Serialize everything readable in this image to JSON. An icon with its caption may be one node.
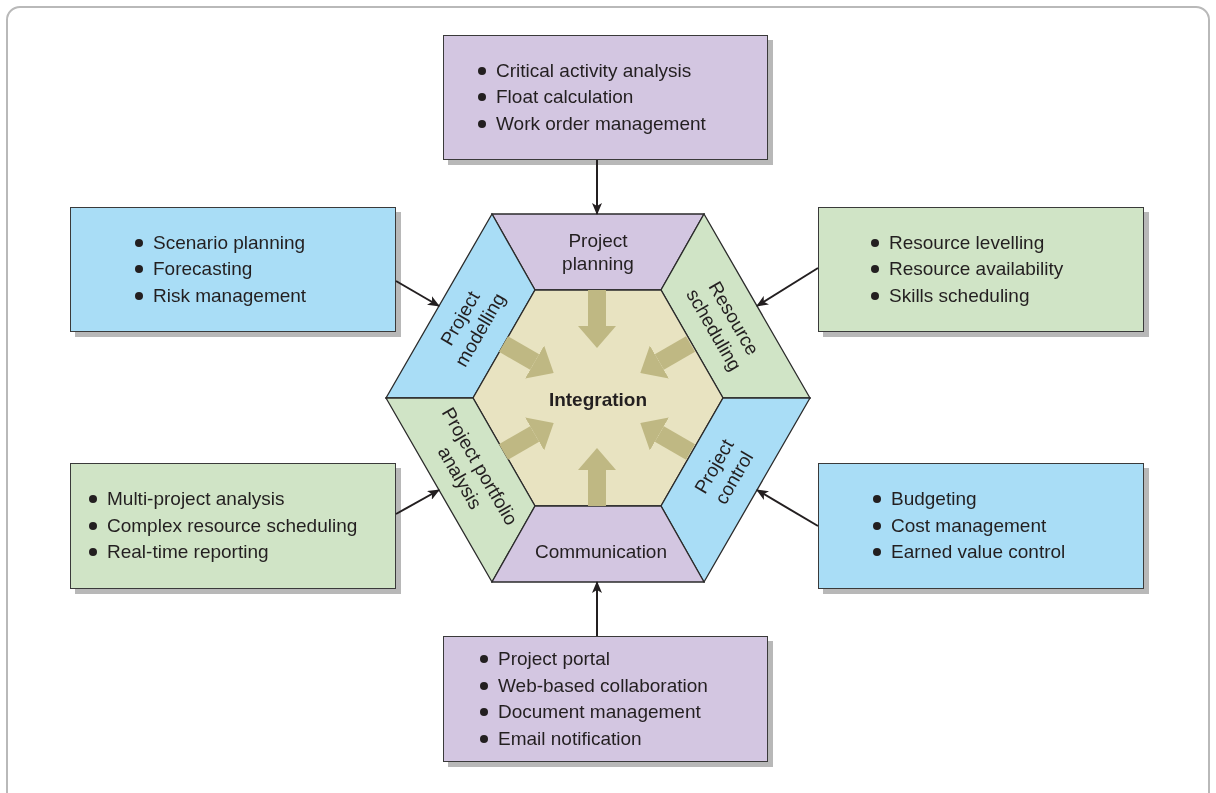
{
  "diagram": {
    "nodes": [
      {
        "text": [
          "Critical activity analysis",
          "Float calculation",
          "Work order management"
        ]
      },
      {
        "text": [
          "Scenario planning",
          "Forecasting",
          "Risk management"
        ]
      },
      {
        "text": [
          "Project planning"
        ]
      },
      {
        "text": [
          "Resource levelling",
          "Resource availability",
          "Skills scheduling"
        ]
      },
      {
        "text": [
          "Project modelling"
        ]
      },
      {
        "text": [
          "Resource scheduling"
        ]
      },
      {
        "text": [
          "Integration"
        ]
      },
      {
        "text": [
          "Project portfolio analysis"
        ]
      },
      {
        "text": [
          "Project control"
        ]
      },
      {
        "text": [
          "Multi-project analysis",
          "Complex resource scheduling",
          "Real-time reporting"
        ]
      },
      {
        "text": [
          "Budgeting",
          "Cost management",
          "Earned value control"
        ]
      },
      {
        "text": [
          "Communication"
        ]
      },
      {
        "text": [
          "Project portal",
          "Web-based collaboration",
          "Document management",
          "Email notification"
        ]
      }
    ],
    "edges": [
      {
        "from": 0,
        "to": 2,
        "arrow": "to"
      },
      {
        "from": 1,
        "to": 4,
        "arrow": "to"
      },
      {
        "from": 3,
        "to": 5,
        "arrow": "to"
      },
      {
        "from": 9,
        "to": 7,
        "arrow": "to"
      },
      {
        "from": 10,
        "to": 8,
        "arrow": "to"
      },
      {
        "from": 12,
        "to": 11,
        "arrow": "to"
      },
      {
        "from": 2,
        "to": 6,
        "arrow": "to",
        "style": "thick",
        "color": "#bfb883"
      },
      {
        "from": 4,
        "to": 6,
        "arrow": "to",
        "style": "thick",
        "color": "#bfb883"
      },
      {
        "from": 5,
        "to": 6,
        "arrow": "to",
        "style": "thick",
        "color": "#bfb883"
      },
      {
        "from": 7,
        "to": 6,
        "arrow": "to",
        "style": "thick",
        "color": "#bfb883"
      },
      {
        "from": 8,
        "to": 6,
        "arrow": "to",
        "style": "thick",
        "color": "#bfb883"
      },
      {
        "from": 11,
        "to": 6,
        "arrow": "to",
        "style": "thick",
        "color": "#bfb883"
      }
    ]
  }
}
